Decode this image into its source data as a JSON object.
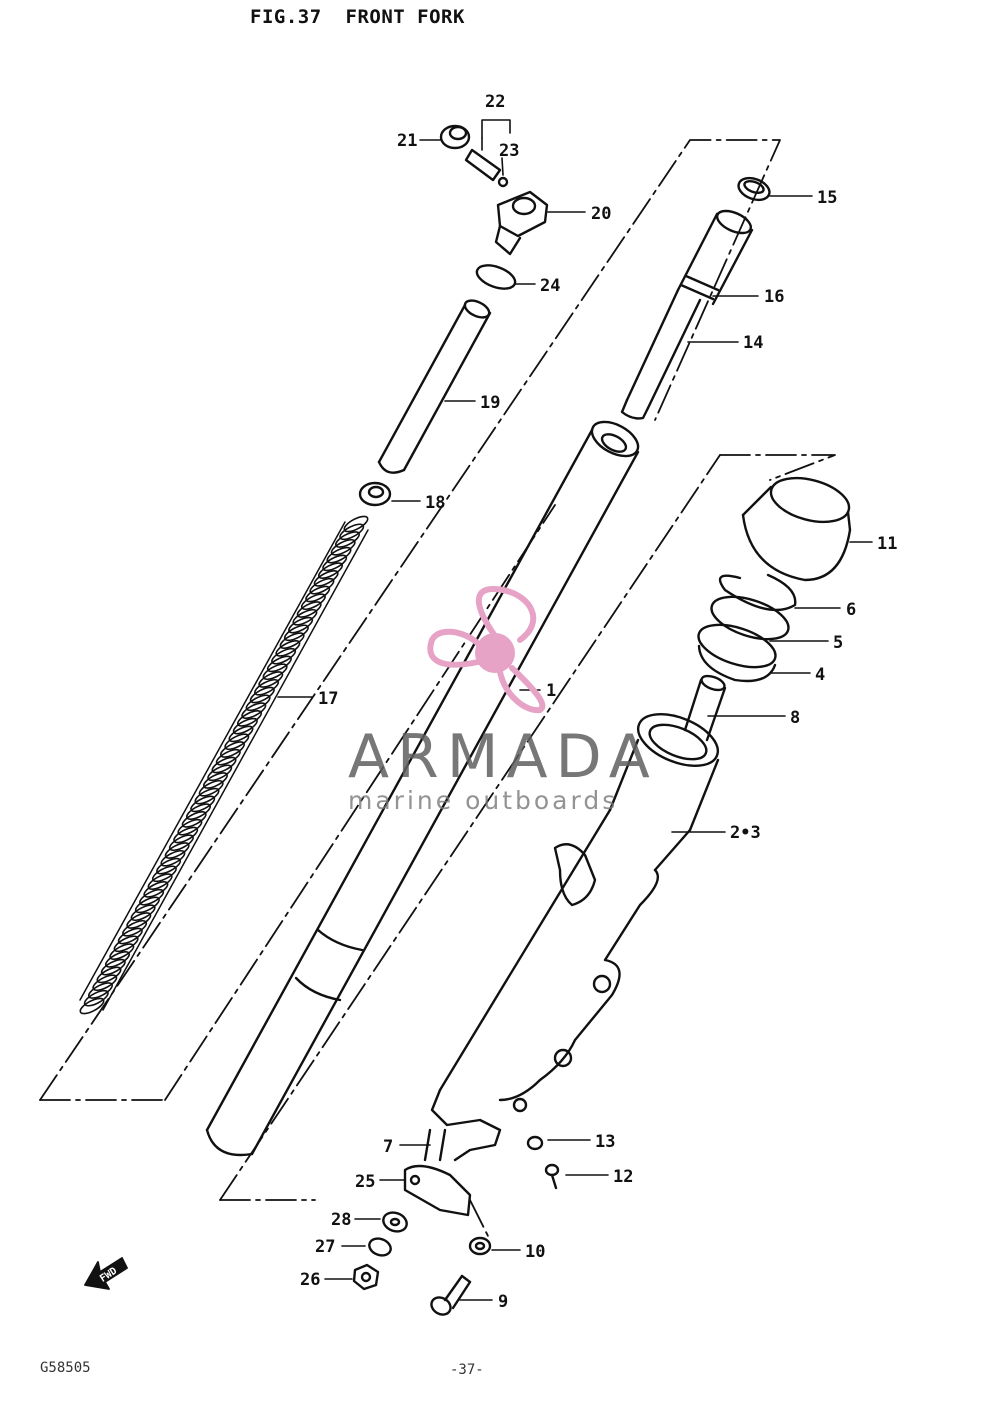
{
  "title": "FIG.37  FRONT FORK",
  "footer": {
    "drawing_code": "G58505",
    "page_number": "-37-"
  },
  "watermark": {
    "brand": "ARMADA",
    "tagline": "marine outboards",
    "color": "#e6a3c6"
  },
  "fwd_arrow": "FWD",
  "callouts": [
    "22",
    "23",
    "21",
    "20",
    "24",
    "19",
    "18",
    "17",
    "15",
    "16",
    "14",
    "1",
    "11",
    "6",
    "5",
    "4",
    "8",
    "2•3",
    "7",
    "13",
    "12",
    "25",
    "28",
    "27",
    "26",
    "10",
    "9"
  ]
}
